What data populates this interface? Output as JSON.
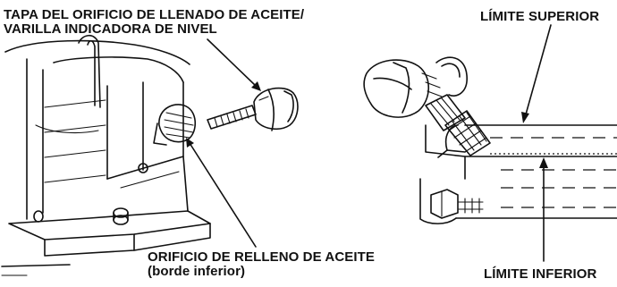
{
  "labels": {
    "cap_line1": "TAPA DEL ORIFICIO DE LLENADO DE ACEITE/",
    "cap_line2": "VARILLA INDICADORA DE NIVEL",
    "upper_limit": "LÍMITE SUPERIOR",
    "filler_line1": "ORIFICIO DE RELLENO DE ACEITE",
    "filler_line2": "(borde inferior)",
    "lower_limit": "LÍMITE INFERIOR"
  }
}
